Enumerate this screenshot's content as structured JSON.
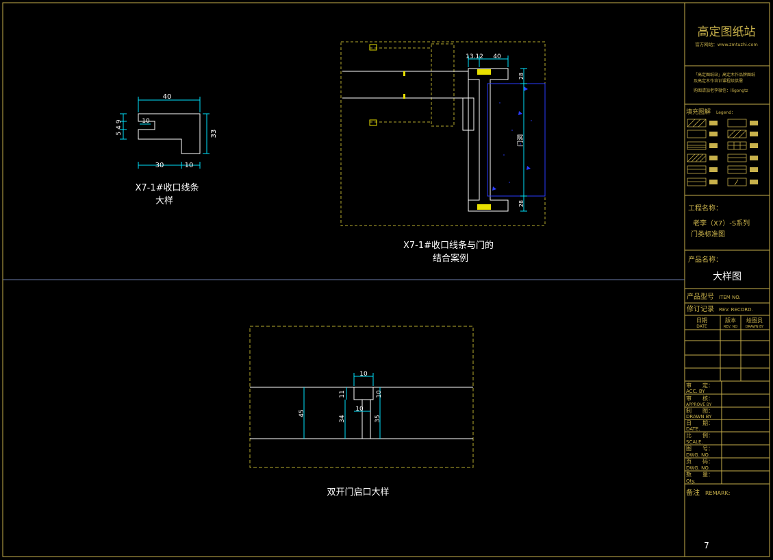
{
  "detail1": {
    "caption_line1": "X7-1#收口线条",
    "caption_line2": "大样",
    "dims": {
      "top": "40",
      "left": "5 4 9",
      "inner": "10",
      "right": "33",
      "bottom_left": "30",
      "bottom_right": "10"
    }
  },
  "detail2": {
    "caption_line1": "X7-1#收口线条与门的",
    "caption_line2": "结合案例",
    "dims": {
      "top_left": "13.12",
      "top_right": "40",
      "right_top": "28",
      "right_mid": "门洞",
      "right_bottom": "28"
    }
  },
  "detail3": {
    "caption": "双开门启口大样",
    "dims": {
      "top": "10",
      "left_outer": "45",
      "left_inner": "34",
      "upper_right": "10",
      "small_left": "11",
      "lower_mid": "10",
      "right": "35"
    }
  },
  "title_block": {
    "brand": "高定图纸站",
    "website": "官方网站：www.zmtuzhi.com",
    "promo_line1": "「高定图纸站」高定木作品牌图纸",
    "promo_line2": "及高定木作培训课程续供需",
    "promo_line3": "购图请加老李微信：lligongtz",
    "legend_title": "填充图解",
    "legend_sub": "Legend：",
    "project_label": "工程名称：",
    "project_name_line1": "老李（X7）-S系列",
    "project_name_line2": "门类标准图",
    "product_label": "产品名称：",
    "product_name": "大样图",
    "item_no_cn": "产品型号",
    "item_no_en": "ITEM NO.",
    "rev_cn": "修订记录",
    "rev_en": "REV. RECORD.",
    "rev_cols": {
      "date_cn": "日期",
      "date_en": "DATE",
      "ver_cn": "版本",
      "ver_en": "REV. NO",
      "drawer_cn": "绘图员",
      "drawer_en": "DRAWN BY"
    },
    "rows": [
      {
        "cn": "审　　定：",
        "en": "ACC. BY"
      },
      {
        "cn": "审　　核：",
        "en": "APPROVE BY"
      },
      {
        "cn": "制　　图：",
        "en": "DRAWN BY"
      },
      {
        "cn": "日　　期：",
        "en": "DATE."
      },
      {
        "cn": "比　　例：",
        "en": "SCALE."
      },
      {
        "cn": "图　　号：",
        "en": "DWG. NO."
      },
      {
        "cn": "页　　码：",
        "en": "DWG. NO."
      },
      {
        "cn": "数　　量：",
        "en": "Qty."
      }
    ],
    "remark_cn": "备注",
    "remark_en": "REMARK:",
    "page_number": "7"
  },
  "colors": {
    "border": "#c8b14b",
    "line": "#ffffff",
    "dim": "#00e5ff",
    "yellow": "#e8e000",
    "blue": "#2a3cff",
    "dash": "#b7ad2e",
    "divider": "#6a7aa8"
  }
}
